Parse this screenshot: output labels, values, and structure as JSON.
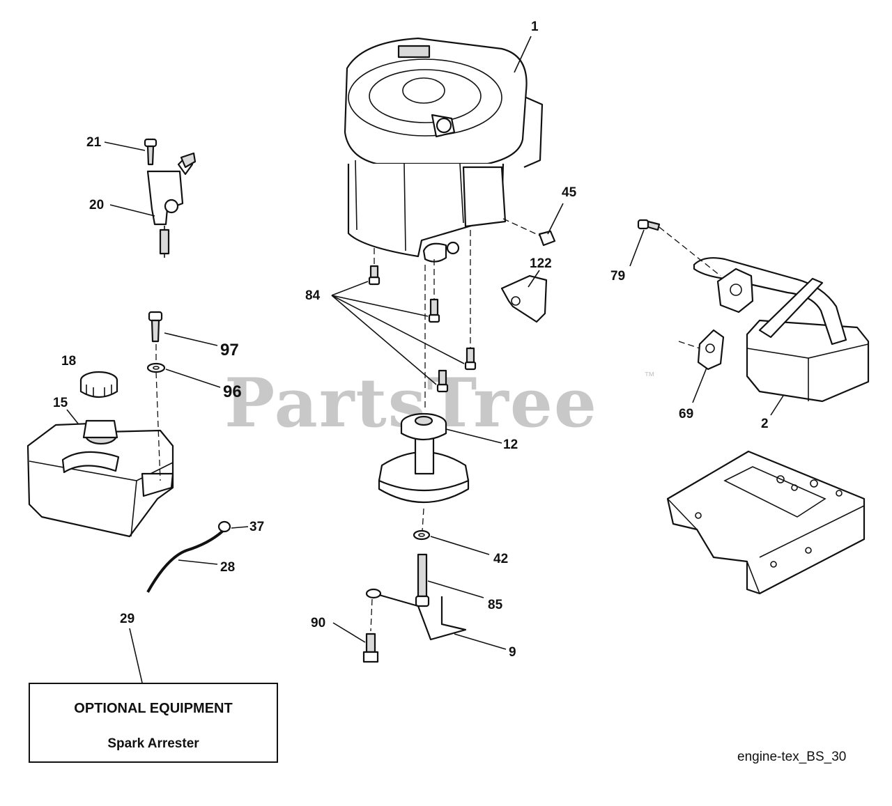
{
  "watermark": {
    "text": "PartsTree",
    "trademark": "™"
  },
  "callouts": {
    "c1": "1",
    "c2": "2",
    "c9": "9",
    "c12": "12",
    "c15": "15",
    "c18": "18",
    "c20": "20",
    "c21": "21",
    "c28": "28",
    "c29": "29",
    "c37": "37",
    "c42": "42",
    "c45": "45",
    "c69": "69",
    "c79": "79",
    "c84": "84",
    "c85": "85",
    "c90": "90",
    "c96": "96",
    "c97": "97",
    "c122": "122"
  },
  "optional_box": {
    "title": "OPTIONAL EQUIPMENT",
    "item": "Spark Arrester"
  },
  "drawing_ref": "engine-tex_BS_30",
  "colors": {
    "ink": "#111111",
    "watermark": "#c8c8c8",
    "background": "#ffffff"
  }
}
